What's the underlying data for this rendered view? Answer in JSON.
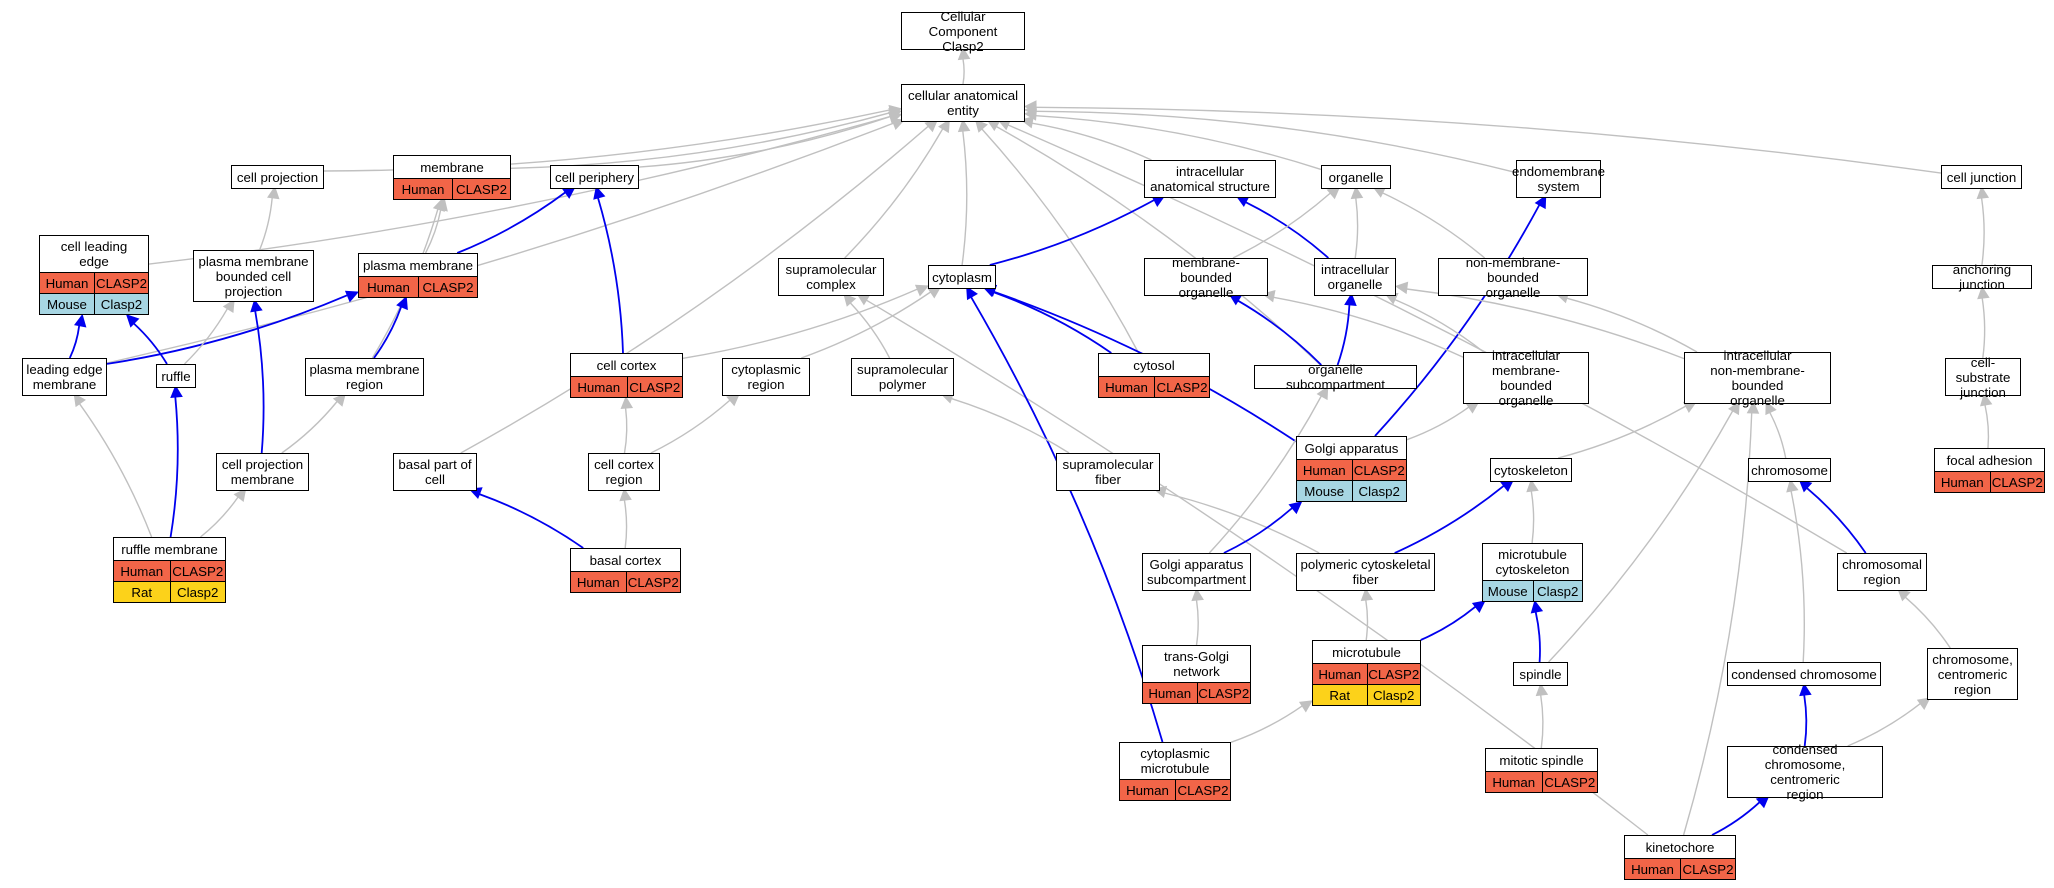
{
  "colors": {
    "gray_edge": "#c0c0c0",
    "blue_edge": "#0000ee",
    "human": "#f26548",
    "mouse": "#a7d6e3",
    "rat": "#fcd21a"
  },
  "nodes": [
    {
      "id": "root",
      "label": "Cellular Component\nClasp2"
    },
    {
      "id": "cae",
      "label": "cellular anatomical\nentity"
    },
    {
      "id": "cproj",
      "label": "cell projection"
    },
    {
      "id": "memb",
      "label": "membrane",
      "rows": [
        {
          "species": "Human",
          "gene": "CLASP2"
        }
      ]
    },
    {
      "id": "cperi",
      "label": "cell periphery"
    },
    {
      "id": "ias",
      "label": "intracellular\nanatomical structure"
    },
    {
      "id": "organelle",
      "label": "organelle"
    },
    {
      "id": "endo",
      "label": "endomembrane\nsystem"
    },
    {
      "id": "cjunc",
      "label": "cell junction"
    },
    {
      "id": "cle",
      "label": "cell leading\nedge",
      "rows": [
        {
          "species": "Human",
          "gene": "CLASP2"
        },
        {
          "species": "Mouse",
          "gene": "Clasp2"
        }
      ]
    },
    {
      "id": "pmbcp",
      "label": "plasma membrane\nbounded cell\nprojection"
    },
    {
      "id": "pm",
      "label": "plasma membrane",
      "rows": [
        {
          "species": "Human",
          "gene": "CLASP2"
        }
      ]
    },
    {
      "id": "smc",
      "label": "supramolecular\ncomplex"
    },
    {
      "id": "cyto",
      "label": "cytoplasm"
    },
    {
      "id": "mbo",
      "label": "membrane-bounded\norganelle"
    },
    {
      "id": "io",
      "label": "intracellular\norganelle"
    },
    {
      "id": "nmbo",
      "label": "non-membrane-bounded\norganelle"
    },
    {
      "id": "aj",
      "label": "anchoring junction"
    },
    {
      "id": "lem",
      "label": "leading edge\nmembrane"
    },
    {
      "id": "ruffle",
      "label": "ruffle"
    },
    {
      "id": "pmr",
      "label": "plasma membrane\nregion"
    },
    {
      "id": "ccortex",
      "label": "cell cortex",
      "rows": [
        {
          "species": "Human",
          "gene": "CLASP2"
        }
      ]
    },
    {
      "id": "cregion",
      "label": "cytoplasmic\nregion"
    },
    {
      "id": "smp",
      "label": "supramolecular\npolymer"
    },
    {
      "id": "cytosol",
      "label": "cytosol",
      "rows": [
        {
          "species": "Human",
          "gene": "CLASP2"
        }
      ]
    },
    {
      "id": "osub",
      "label": "organelle subcompartment"
    },
    {
      "id": "imbo",
      "label": "intracellular\nmembrane-bounded\norganelle"
    },
    {
      "id": "inmbo",
      "label": "intracellular\nnon-membrane-bounded\norganelle"
    },
    {
      "id": "csj",
      "label": "cell-substrate\njunction"
    },
    {
      "id": "cpm",
      "label": "cell projection\nmembrane"
    },
    {
      "id": "bpc",
      "label": "basal part of\ncell"
    },
    {
      "id": "ccr",
      "label": "cell cortex\nregion"
    },
    {
      "id": "smf",
      "label": "supramolecular\nfiber"
    },
    {
      "id": "golgi",
      "label": "Golgi apparatus",
      "rows": [
        {
          "species": "Human",
          "gene": "CLASP2"
        },
        {
          "species": "Mouse",
          "gene": "Clasp2"
        }
      ]
    },
    {
      "id": "cytosk",
      "label": "cytoskeleton"
    },
    {
      "id": "chromosome",
      "label": "chromosome"
    },
    {
      "id": "fa",
      "label": "focal adhesion",
      "rows": [
        {
          "species": "Human",
          "gene": "CLASP2"
        }
      ]
    },
    {
      "id": "rufflem",
      "label": "ruffle membrane",
      "rows": [
        {
          "species": "Human",
          "gene": "CLASP2"
        },
        {
          "species": "Rat",
          "gene": "Clasp2"
        }
      ]
    },
    {
      "id": "bcortex",
      "label": "basal cortex",
      "rows": [
        {
          "species": "Human",
          "gene": "CLASP2"
        }
      ]
    },
    {
      "id": "gas",
      "label": "Golgi apparatus\nsubcompartment"
    },
    {
      "id": "pcf",
      "label": "polymeric cytoskeletal\nfiber"
    },
    {
      "id": "mtcs",
      "label": "microtubule\ncytoskeleton",
      "rows": [
        {
          "species": "Mouse",
          "gene": "Clasp2"
        }
      ]
    },
    {
      "id": "chrreg",
      "label": "chromosomal\nregion"
    },
    {
      "id": "tgn",
      "label": "trans-Golgi\nnetwork",
      "rows": [
        {
          "species": "Human",
          "gene": "CLASP2"
        }
      ]
    },
    {
      "id": "mt",
      "label": "microtubule",
      "rows": [
        {
          "species": "Human",
          "gene": "CLASP2"
        },
        {
          "species": "Rat",
          "gene": "Clasp2"
        }
      ]
    },
    {
      "id": "spindle",
      "label": "spindle"
    },
    {
      "id": "condchr",
      "label": "condensed chromosome"
    },
    {
      "id": "ccentreg",
      "label": "chromosome,\ncentromeric\nregion"
    },
    {
      "id": "cmt",
      "label": "cytoplasmic\nmicrotubule",
      "rows": [
        {
          "species": "Human",
          "gene": "CLASP2"
        }
      ]
    },
    {
      "id": "mspindle",
      "label": "mitotic spindle",
      "rows": [
        {
          "species": "Human",
          "gene": "CLASP2"
        }
      ]
    },
    {
      "id": "cccr",
      "label": "condensed chromosome,\ncentromeric\nregion"
    },
    {
      "id": "kin",
      "label": "kinetochore",
      "rows": [
        {
          "species": "Human",
          "gene": "CLASP2"
        }
      ]
    }
  ],
  "edges": [
    {
      "from": "cae",
      "to": "root",
      "kind": "gray"
    },
    {
      "from": "cproj",
      "to": "cae",
      "kind": "gray"
    },
    {
      "from": "memb",
      "to": "cae",
      "kind": "gray"
    },
    {
      "from": "cperi",
      "to": "cae",
      "kind": "gray"
    },
    {
      "from": "ias",
      "to": "cae",
      "kind": "gray"
    },
    {
      "from": "organelle",
      "to": "cae",
      "kind": "gray"
    },
    {
      "from": "endo",
      "to": "cae",
      "kind": "gray"
    },
    {
      "from": "cjunc",
      "to": "cae",
      "kind": "gray"
    },
    {
      "from": "cle",
      "to": "cae",
      "kind": "gray"
    },
    {
      "from": "lem",
      "to": "cae",
      "kind": "gray"
    },
    {
      "from": "smc",
      "to": "cae",
      "kind": "gray"
    },
    {
      "from": "cyto",
      "to": "cae",
      "kind": "gray"
    },
    {
      "from": "cytosol",
      "to": "cae",
      "kind": "gray"
    },
    {
      "from": "osub",
      "to": "cae",
      "kind": "gray"
    },
    {
      "from": "bpc",
      "to": "cae",
      "kind": "gray"
    },
    {
      "from": "chrreg",
      "to": "cae",
      "kind": "gray"
    },
    {
      "from": "pmbcp",
      "to": "cproj",
      "kind": "gray"
    },
    {
      "from": "pm",
      "to": "memb",
      "kind": "gray"
    },
    {
      "from": "pmr",
      "to": "memb",
      "kind": "gray"
    },
    {
      "from": "pm",
      "to": "cperi",
      "kind": "blue"
    },
    {
      "from": "ccortex",
      "to": "cperi",
      "kind": "blue"
    },
    {
      "from": "cyto",
      "to": "ias",
      "kind": "blue"
    },
    {
      "from": "io",
      "to": "ias",
      "kind": "blue"
    },
    {
      "from": "mbo",
      "to": "organelle",
      "kind": "gray"
    },
    {
      "from": "io",
      "to": "organelle",
      "kind": "gray"
    },
    {
      "from": "nmbo",
      "to": "organelle",
      "kind": "gray"
    },
    {
      "from": "golgi",
      "to": "endo",
      "kind": "blue"
    },
    {
      "from": "aj",
      "to": "cjunc",
      "kind": "gray"
    },
    {
      "from": "csj",
      "to": "aj",
      "kind": "gray"
    },
    {
      "from": "fa",
      "to": "csj",
      "kind": "gray"
    },
    {
      "from": "lem",
      "to": "cle",
      "kind": "blue"
    },
    {
      "from": "ruffle",
      "to": "cle",
      "kind": "blue"
    },
    {
      "from": "lem",
      "to": "pm",
      "kind": "blue"
    },
    {
      "from": "ruffle",
      "to": "pmbcp",
      "kind": "gray"
    },
    {
      "from": "cpm",
      "to": "pmbcp",
      "kind": "blue"
    },
    {
      "from": "pmr",
      "to": "pm",
      "kind": "blue"
    },
    {
      "from": "smp",
      "to": "smc",
      "kind": "gray"
    },
    {
      "from": "kin",
      "to": "smc",
      "kind": "gray"
    },
    {
      "from": "ccortex",
      "to": "cyto",
      "kind": "gray"
    },
    {
      "from": "cregion",
      "to": "cyto",
      "kind": "gray"
    },
    {
      "from": "cytosol",
      "to": "cyto",
      "kind": "blue"
    },
    {
      "from": "golgi",
      "to": "cyto",
      "kind": "blue"
    },
    {
      "from": "cmt",
      "to": "cyto",
      "kind": "blue"
    },
    {
      "from": "osub",
      "to": "mbo",
      "kind": "blue"
    },
    {
      "from": "imbo",
      "to": "mbo",
      "kind": "gray"
    },
    {
      "from": "osub",
      "to": "io",
      "kind": "blue"
    },
    {
      "from": "imbo",
      "to": "io",
      "kind": "gray"
    },
    {
      "from": "inmbo",
      "to": "io",
      "kind": "gray"
    },
    {
      "from": "inmbo",
      "to": "nmbo",
      "kind": "gray"
    },
    {
      "from": "rufflem",
      "to": "lem",
      "kind": "gray"
    },
    {
      "from": "rufflem",
      "to": "ruffle",
      "kind": "blue"
    },
    {
      "from": "rufflem",
      "to": "cpm",
      "kind": "gray"
    },
    {
      "from": "cpm",
      "to": "pmr",
      "kind": "gray"
    },
    {
      "from": "ccr",
      "to": "ccortex",
      "kind": "gray"
    },
    {
      "from": "ccr",
      "to": "cregion",
      "kind": "gray"
    },
    {
      "from": "smf",
      "to": "smp",
      "kind": "gray"
    },
    {
      "from": "golgi",
      "to": "imbo",
      "kind": "gray"
    },
    {
      "from": "gas",
      "to": "osub",
      "kind": "gray"
    },
    {
      "from": "cytosk",
      "to": "inmbo",
      "kind": "gray"
    },
    {
      "from": "chromosome",
      "to": "inmbo",
      "kind": "gray"
    },
    {
      "from": "spindle",
      "to": "inmbo",
      "kind": "gray"
    },
    {
      "from": "kin",
      "to": "inmbo",
      "kind": "gray"
    },
    {
      "from": "bcortex",
      "to": "bpc",
      "kind": "blue"
    },
    {
      "from": "bcortex",
      "to": "ccr",
      "kind": "gray"
    },
    {
      "from": "pcf",
      "to": "smf",
      "kind": "gray"
    },
    {
      "from": "gas",
      "to": "golgi",
      "kind": "blue"
    },
    {
      "from": "mtcs",
      "to": "cytosk",
      "kind": "gray"
    },
    {
      "from": "pcf",
      "to": "cytosk",
      "kind": "blue"
    },
    {
      "from": "chrreg",
      "to": "chromosome",
      "kind": "blue"
    },
    {
      "from": "condchr",
      "to": "chromosome",
      "kind": "gray"
    },
    {
      "from": "tgn",
      "to": "gas",
      "kind": "gray"
    },
    {
      "from": "mt",
      "to": "pcf",
      "kind": "gray"
    },
    {
      "from": "mt",
      "to": "mtcs",
      "kind": "blue"
    },
    {
      "from": "spindle",
      "to": "mtcs",
      "kind": "blue"
    },
    {
      "from": "ccentreg",
      "to": "chrreg",
      "kind": "gray"
    },
    {
      "from": "cmt",
      "to": "mt",
      "kind": "gray"
    },
    {
      "from": "mspindle",
      "to": "spindle",
      "kind": "gray"
    },
    {
      "from": "cccr",
      "to": "condchr",
      "kind": "blue"
    },
    {
      "from": "cccr",
      "to": "ccentreg",
      "kind": "gray"
    },
    {
      "from": "kin",
      "to": "cccr",
      "kind": "blue"
    }
  ]
}
